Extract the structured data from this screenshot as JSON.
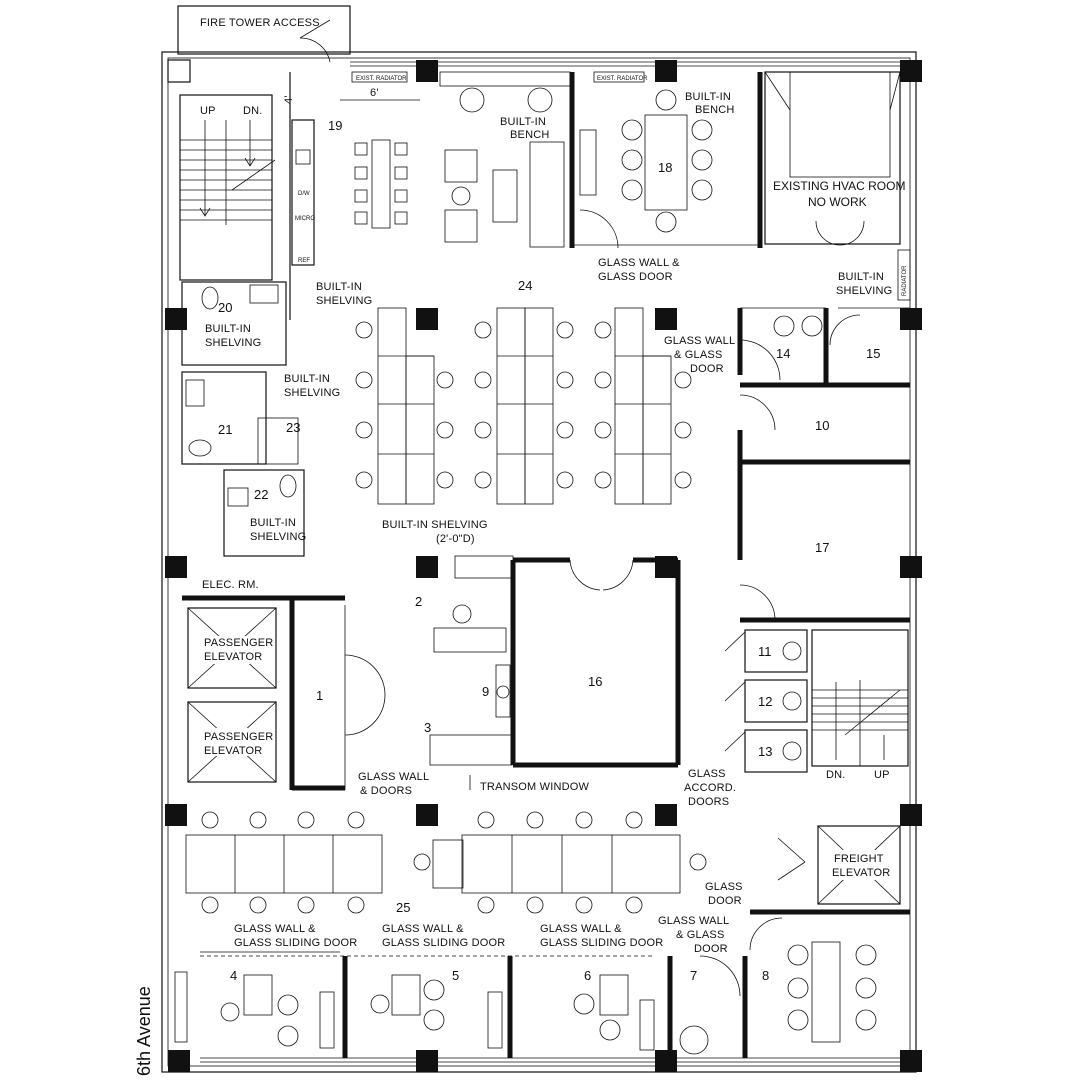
{
  "plan": {
    "street": "6th Avenue",
    "fire_tower": "FIRE TOWER ACCESS",
    "stair_up": "UP",
    "stair_dn": "DN.",
    "dim_4": "4'",
    "dim_6": "6'",
    "radiator_1": "EXIST. RADIATOR",
    "radiator_2": "EXIST. RADIATOR",
    "radiator_3": "RADIATOR",
    "builtin_bench_1": "BUILT-IN",
    "builtin_bench_1b": "BENCH",
    "builtin_bench_2": "BUILT-IN",
    "builtin_bench_2b": "BENCH",
    "hvac_1": "EXISTING HVAC ROOM",
    "hvac_2": "NO WORK",
    "glass_wall_18_1": "GLASS WALL &",
    "glass_wall_18_2": "GLASS DOOR",
    "builtin_shelving_right_1": "BUILT-IN",
    "builtin_shelving_right_2": "SHELVING",
    "builtin_shelving_19_1": "BUILT-IN",
    "builtin_shelving_19_2": "SHELVING",
    "builtin_shelving_20_1": "BUILT-IN",
    "builtin_shelving_20_2": "SHELVING",
    "builtin_shelving_21_1": "BUILT-IN",
    "builtin_shelving_21_2": "SHELVING",
    "builtin_shelving_22_1": "BUILT-IN",
    "builtin_shelving_22_2": "SHELVING",
    "builtin_shelving_2_1": "BUILT-IN SHELVING",
    "builtin_shelving_2_2": "(2'-0\"D)",
    "glass_wall_14_1": "GLASS WALL",
    "glass_wall_14_2": "& GLASS",
    "glass_wall_14_3": "DOOR",
    "elec": "ELEC. RM.",
    "pass_elev_1a": "PASSENGER",
    "pass_elev_1b": "ELEVATOR",
    "pass_elev_2a": "PASSENGER",
    "pass_elev_2b": "ELEVATOR",
    "glass_wall_1_1": "GLASS WALL",
    "glass_wall_1_2": "& DOORS",
    "transom": "TRANSOM WINDOW",
    "accord_1": "GLASS",
    "accord_2": "ACCORD.",
    "accord_3": "DOORS",
    "freight_1": "FREIGHT",
    "freight_2": "ELEVATOR",
    "glass_door_1": "GLASS",
    "glass_door_2": "DOOR",
    "glass_wall_7_1": "GLASS WALL",
    "glass_wall_7_2": "& GLASS",
    "glass_wall_7_3": "DOOR",
    "sliding_4_1": "GLASS WALL &",
    "sliding_4_2": "GLASS SLIDING DOOR",
    "sliding_5_1": "GLASS WALL &",
    "sliding_5_2": "GLASS SLIDING DOOR",
    "sliding_6_1": "GLASS WALL &",
    "sliding_6_2": "GLASS SLIDING DOOR",
    "dw": "D/W",
    "micro": "MICRO",
    "ref": "REF"
  },
  "rooms": {
    "r1": "1",
    "r2": "2",
    "r3": "3",
    "r4": "4",
    "r5": "5",
    "r6": "6",
    "r7": "7",
    "r8": "8",
    "r9": "9",
    "r10": "10",
    "r11": "11",
    "r12": "12",
    "r13": "13",
    "r14": "14",
    "r15": "15",
    "r16": "16",
    "r17": "17",
    "r18": "18",
    "r19": "19",
    "r20": "20",
    "r21": "21",
    "r22": "22",
    "r23": "23",
    "r24": "24",
    "r25": "25"
  }
}
